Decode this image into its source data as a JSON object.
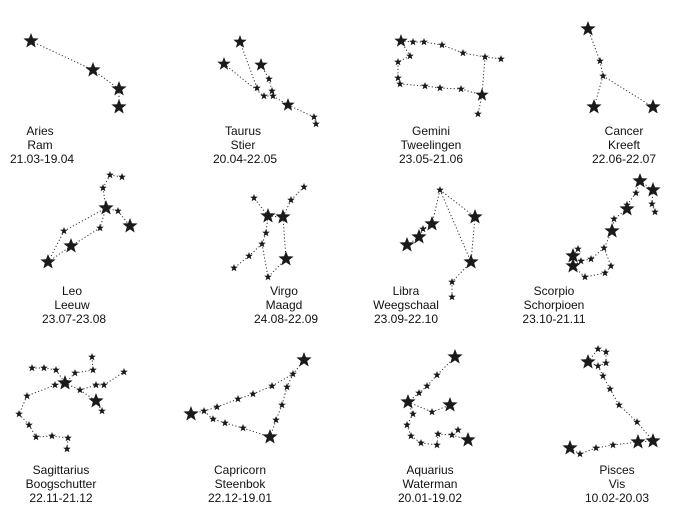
{
  "colors": {
    "background": "#ffffff",
    "star": "#1a1a1a",
    "line": "#333333",
    "text": "#111111"
  },
  "icons": {
    "major_star": "five-point-star-icon",
    "minor_star": "small-star-icon"
  },
  "constellations": [
    {
      "id": "aries",
      "name": "Aries",
      "dutch": "Ram",
      "dates": "21.03-19.04"
    },
    {
      "id": "taurus",
      "name": "Taurus",
      "dutch": "Stier",
      "dates": "20.04-22.05"
    },
    {
      "id": "gemini",
      "name": "Gemini",
      "dutch": "Tweelingen",
      "dates": "23.05-21.06"
    },
    {
      "id": "cancer",
      "name": "Cancer",
      "dutch": "Kreeft",
      "dates": "22.06-22.07"
    },
    {
      "id": "leo",
      "name": "Leo",
      "dutch": "Leeuw",
      "dates": "23.07-23.08"
    },
    {
      "id": "virgo",
      "name": "Virgo",
      "dutch": "Maagd",
      "dates": "24.08-22.09"
    },
    {
      "id": "libra",
      "name": "Libra",
      "dutch": "Weegschaal",
      "dates": "23.09-22.10"
    },
    {
      "id": "scorpio",
      "name": "Scorpio",
      "dutch": "Schorpioen",
      "dates": "23.10-21.11"
    },
    {
      "id": "sagittarius",
      "name": "Sagittarius",
      "dutch": "Boogschutter",
      "dates": "22.11-21.12"
    },
    {
      "id": "capricorn",
      "name": "Capricorn",
      "dutch": "Steenbok",
      "dates": "22.12-19.01"
    },
    {
      "id": "aquarius",
      "name": "Aquarius",
      "dutch": "Waterman",
      "dates": "20.01-19.02"
    },
    {
      "id": "pisces",
      "name": "Pisces",
      "dutch": "Vis",
      "dates": "10.02-20.03"
    }
  ]
}
